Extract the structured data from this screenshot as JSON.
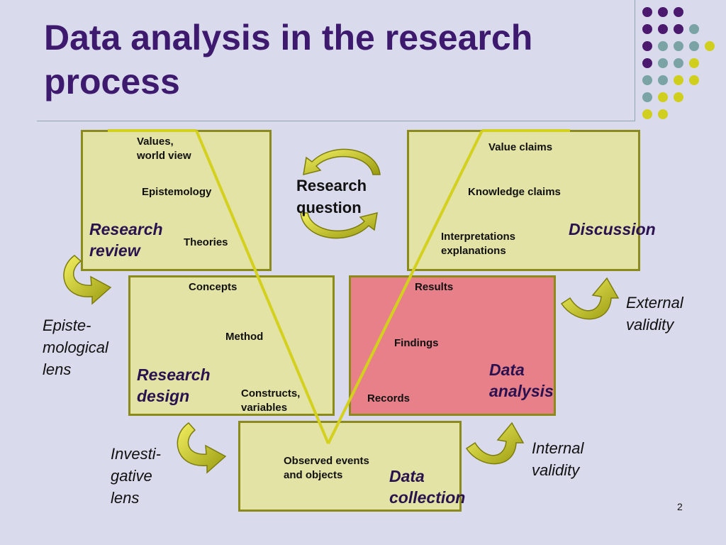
{
  "slide": {
    "title": "Data analysis in the research process",
    "page_number": "2"
  },
  "colors": {
    "background": "#d9daec",
    "title": "#3d1a6e",
    "box_fill": "#e3e3a6",
    "box_border": "#8b8b1b",
    "analysis_fill": "#e8808a",
    "v_line": "#d4d01e",
    "dot_purple": "#4b1a6e",
    "dot_teal": "#7aa3a6",
    "dot_yellow": "#d0cf1e"
  },
  "boxes": {
    "research_review": {
      "stage": [
        "Research",
        "review"
      ],
      "items": [
        "Values,",
        "world view",
        "Epistemology",
        "Theories"
      ]
    },
    "discussion": {
      "stage": "Discussion",
      "items": [
        "Value claims",
        "Knowledge claims",
        "Interpretations",
        "explanations"
      ]
    },
    "research_design": {
      "stage": [
        "Research",
        "design"
      ],
      "items": [
        "Concepts",
        "Method",
        "Constructs,",
        "variables"
      ]
    },
    "data_analysis": {
      "stage": [
        "Data",
        "analysis"
      ],
      "items": [
        "Results",
        "Findings",
        "Records"
      ]
    },
    "data_collection": {
      "stage": [
        "Data",
        "collection"
      ],
      "items": [
        "Observed events",
        "and objects"
      ]
    }
  },
  "center": {
    "label": [
      "Research",
      "question"
    ]
  },
  "lenses": {
    "epistemological": [
      "Episte-",
      "mological",
      "lens"
    ],
    "investigative": [
      "Investi-",
      "gative",
      "lens"
    ],
    "external_validity": [
      "External",
      "validity"
    ],
    "internal_validity": [
      "Internal",
      "validity"
    ]
  },
  "icons": [
    "cycle-arrows-icon",
    "curved-arrow-icon"
  ]
}
